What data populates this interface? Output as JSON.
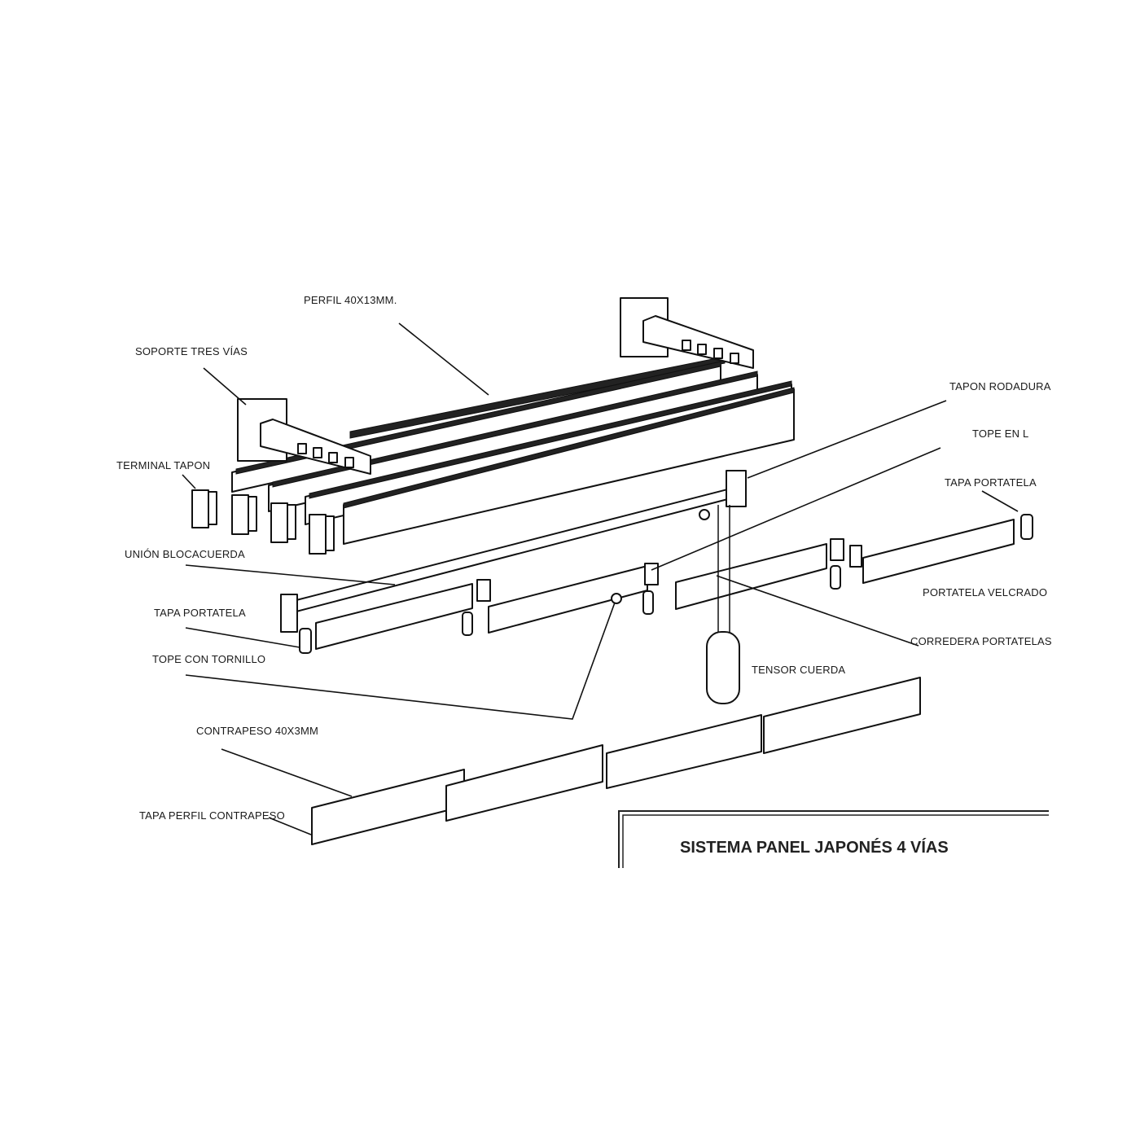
{
  "title": "SISTEMA PANEL JAPONÉS 4 VÍAS",
  "labels": {
    "perfil": "PERFIL 40X13MM.",
    "soporte": "SOPORTE TRES VÍAS",
    "terminal_tapon": "TERMINAL TAPON",
    "union_blocacuerda": "UNIÓN BLOCACUERDA",
    "tapa_portatela_left": "TAPA PORTATELA",
    "tope_con_tornillo": "TOPE CON TORNILLO",
    "contrapeso": "CONTRAPESO 40X3MM",
    "tapa_perfil_contrapeso": "TAPA PERFIL CONTRAPESO",
    "tapon_rodadura": "TAPON RODADURA",
    "tope_en_l": "TOPE EN L",
    "tapa_portatela_right": "TAPA PORTATELA",
    "portatela_velcrado": "PORTATELA VELCRADO",
    "corredera_portatelas": "CORREDERA PORTATELAS",
    "tensor_cuerda": "TENSOR CUERDA"
  }
}
